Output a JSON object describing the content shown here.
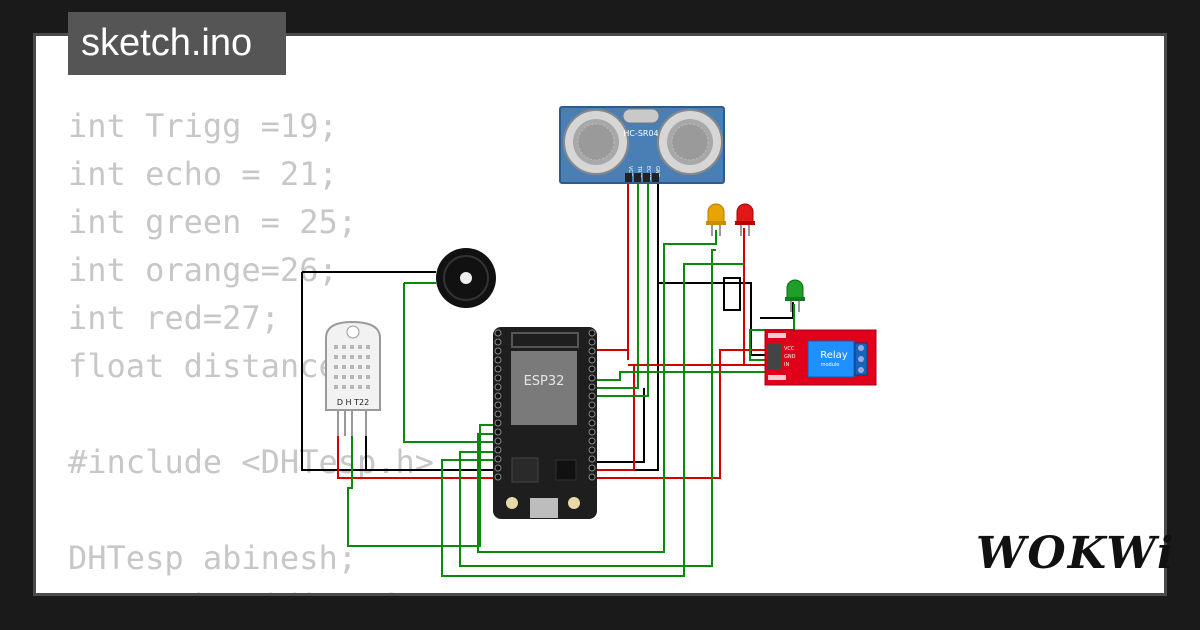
{
  "title": "sketch.ino",
  "code_lines": [
    "int Trigg =19;",
    "int echo = 21;",
    "int green = 25;",
    "int orange=26;",
    "int red=27;",
    "float distance;",
    "",
    "#include <DHTesp.h>",
    "",
    "DHTesp abinesh;",
    "TempAndHumidity data;"
  ],
  "components": {
    "ultrasonic_label": "HC-SR04",
    "ultrasonic_pins": [
      "VCC",
      "TRIG",
      "ECHO",
      "GND"
    ],
    "esp32_label": "ESP32",
    "dht_label": "D H T22",
    "relay_label": "Relay",
    "relay_sub": "module",
    "relay_pins": [
      "VCC",
      "GND",
      "IN"
    ]
  },
  "brand": "WOKWi",
  "colors": {
    "red_wire": "#d40000",
    "green_wire": "#0a8a0a",
    "black_wire": "#000000",
    "esp_board": "#1e1e1e",
    "relay_board": "#e0001a",
    "sensor_blue": "#4a7fb5"
  }
}
